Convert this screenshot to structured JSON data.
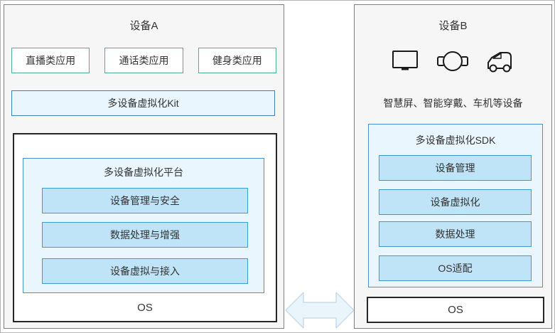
{
  "device_a": {
    "title": "设备A",
    "apps": [
      "直播类应用",
      "通话类应用",
      "健身类应用"
    ],
    "kit_label": "多设备虚拟化Kit",
    "platform": {
      "title": "多设备虚拟化平台",
      "modules": [
        "设备管理与安全",
        "数据处理与增强",
        "设备虚拟与接入"
      ]
    },
    "os_label": "OS"
  },
  "device_b": {
    "title": "设备B",
    "icons": [
      "smart-screen-icon",
      "smart-watch-icon",
      "car-icon"
    ],
    "devices_label": "智慧屏、智能穿戴、车机等设备",
    "sdk": {
      "title": "多设备虚拟化SDK",
      "modules": [
        "设备管理",
        "设备虚拟化",
        "数据处理",
        "OS适配"
      ]
    },
    "os_label": "OS"
  },
  "connector": {
    "type": "bidirectional-horizontal-arrow"
  },
  "colors": {
    "panel_bg": "#f6f6f6",
    "panel_border": "#7f7f7f",
    "app_border": "#4caf9b",
    "light_blue_fill": "#e9f6fd",
    "blue_border": "#3c7fc0",
    "module_fill": "#bfe3f7",
    "module_border": "#3b9bd5",
    "os_border": "#262626",
    "arrow_fill": "#e9f4fb",
    "arrow_border": "#c9dcea",
    "text": "#333333"
  }
}
